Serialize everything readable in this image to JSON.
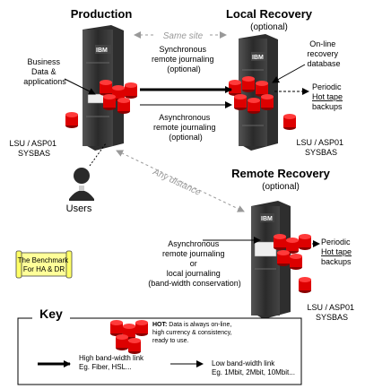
{
  "production": {
    "title": "Production",
    "business_data_lines": [
      "Business",
      "Data &",
      "applications"
    ],
    "storage_lines": [
      "LSU / ASP01",
      "SYSBAS"
    ],
    "users_label": "Users"
  },
  "local_recovery": {
    "title": "Local Recovery",
    "optional": "(optional)",
    "online_lines": [
      "On-line",
      "recovery",
      "database"
    ],
    "tape_lines": [
      "Periodic",
      "Hot tape",
      "backups"
    ],
    "storage_lines": [
      "LSU / ASP01",
      "SYSBAS"
    ]
  },
  "remote_recovery": {
    "title": "Remote Recovery",
    "optional": "(optional)",
    "tape_lines": [
      "Periodic",
      "Hot tape",
      "backups"
    ],
    "storage_lines": [
      "LSU / ASP01",
      "SYSBAS"
    ]
  },
  "links": {
    "same_site": "Same site",
    "sync_lines": [
      "Synchronous",
      "remote journaling",
      "(optional)"
    ],
    "async_lines": [
      "Asynchronous",
      "remote journaling",
      "(optional)"
    ],
    "any_distance": "Any distance",
    "async_remote_lines": [
      "Asynchronous",
      "remote journaling",
      "or",
      "local journaling",
      "(band-width conservation)"
    ]
  },
  "benchmark_lines": [
    "The Benchmark",
    "For HA & DR"
  ],
  "server_brand": "IBM",
  "key": {
    "title": "Key",
    "hot_label": "HOT:",
    "hot_lines": [
      " Data is always on-line,",
      "high currency & consistency,",
      "ready to use."
    ],
    "high_lines": [
      "High band-width link",
      "Eg. Fiber, HSL..."
    ],
    "low_lines": [
      "Low band-width link",
      "Eg. 1Mbit, 2Mbit, 10Mbit..."
    ]
  },
  "colors": {
    "disk_red": "#dd0000",
    "server_dark": "#3c3c3c",
    "dashed_grey": "#999999",
    "benchmark_bg": "#ffff99"
  }
}
